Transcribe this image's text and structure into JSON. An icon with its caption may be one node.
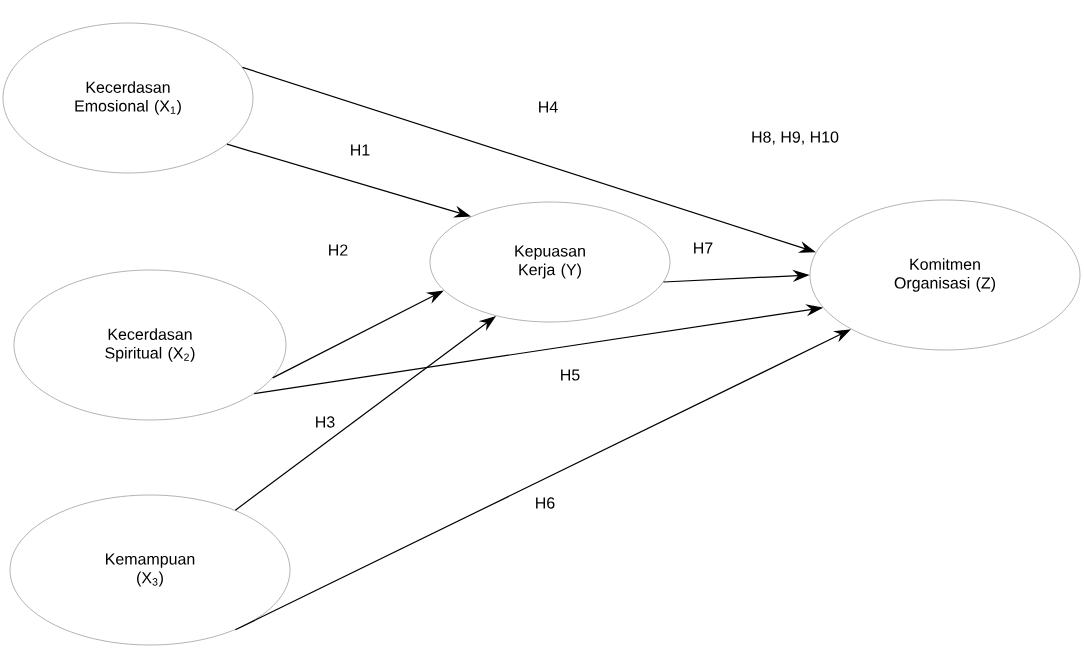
{
  "diagram": {
    "nodes": [
      {
        "text": [
          "Kecerdasan Emosional (X$_{1}$)"
        ]
      },
      {
        "text": [
          "Kecerdasan Spiritual (X$_{2}$)"
        ]
      },
      {
        "text": [
          "Kemampuan (X$_{3}$)"
        ]
      },
      {
        "text": [
          "Kepuasan Kerja (Y)"
        ]
      },
      {
        "text": [
          "Komitmen Organisasi (Z)"
        ]
      }
    ],
    "edges": [
      {
        "from": 0,
        "to": 3,
        "arrow": "to",
        "label": "H1"
      },
      {
        "from": 1,
        "to": 3,
        "arrow": "to",
        "label": "H2"
      },
      {
        "from": 2,
        "to": 3,
        "arrow": "to",
        "label": "H3"
      },
      {
        "from": 0,
        "to": 4,
        "arrow": "to",
        "label": "H4"
      },
      {
        "from": 1,
        "to": 4,
        "arrow": "to",
        "label": "H5"
      },
      {
        "from": 2,
        "to": 4,
        "arrow": "to",
        "label": "H6"
      },
      {
        "from": 3,
        "to": 4,
        "arrow": "to",
        "label": "H7"
      }
    ],
    "labels": [
      "H8, H9, H10"
    ]
  }
}
